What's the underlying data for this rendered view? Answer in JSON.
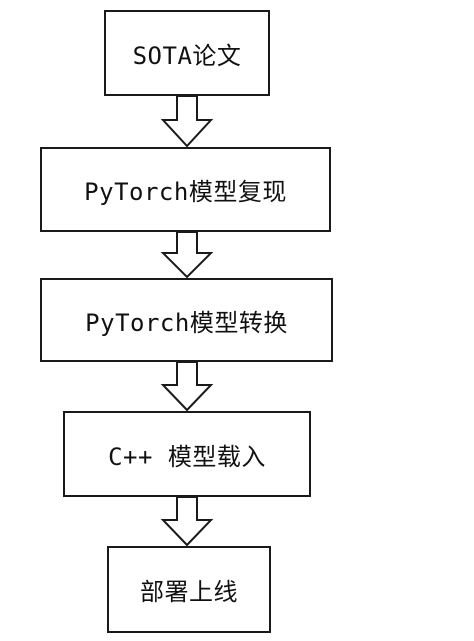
{
  "flowchart": {
    "steps": [
      {
        "label": "SOTA论文"
      },
      {
        "label": "PyTorch模型复现"
      },
      {
        "label": "PyTorch模型转换"
      },
      {
        "label": "C++ 模型载入"
      },
      {
        "label": "部署上线"
      }
    ]
  }
}
